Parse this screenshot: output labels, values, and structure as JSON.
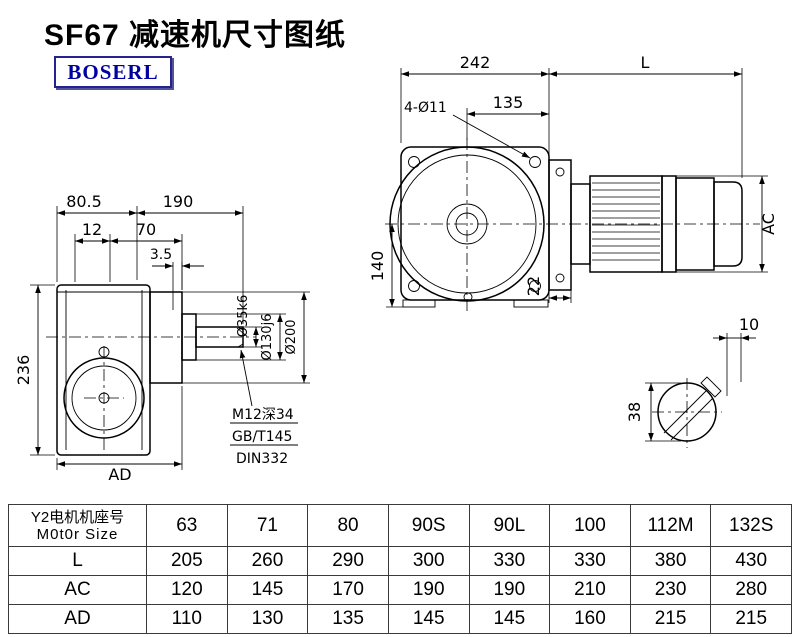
{
  "page": {
    "title": "SF67 减速机尺寸图纸",
    "brand": "BOSERL"
  },
  "left_view": {
    "d80_5": "80.5",
    "d190": "190",
    "d12": "12",
    "d70": "70",
    "d3_5": "3.5",
    "d236": "236",
    "ad": "AD",
    "dia_shaft": "Ø35k6",
    "dia_spigot": "Ø130j6",
    "dia_flange": "Ø200",
    "note_tap": "M12深34",
    "note_std1": "GB/T145",
    "note_std2": "DIN332"
  },
  "right_view": {
    "d242": "242",
    "L": "L",
    "bolt_holes": "4-Ø11",
    "d135": "135",
    "d140": "140",
    "d22": "22",
    "AC": "AC"
  },
  "shaft_detail": {
    "d10": "10",
    "d38": "38"
  },
  "table": {
    "motor_row": {
      "label_cn": "Y2电机机座号",
      "label_en": "M0t0r Size",
      "values": [
        "63",
        "71",
        "80",
        "90S",
        "90L",
        "100",
        "112M",
        "132S"
      ]
    },
    "rows": [
      {
        "label": "L",
        "values": [
          "205",
          "260",
          "290",
          "300",
          "330",
          "330",
          "380",
          "430"
        ]
      },
      {
        "label": "AC",
        "values": [
          "120",
          "145",
          "170",
          "190",
          "190",
          "210",
          "230",
          "280"
        ]
      },
      {
        "label": "AD",
        "values": [
          "110",
          "130",
          "135",
          "145",
          "145",
          "160",
          "215",
          "215"
        ]
      }
    ]
  }
}
